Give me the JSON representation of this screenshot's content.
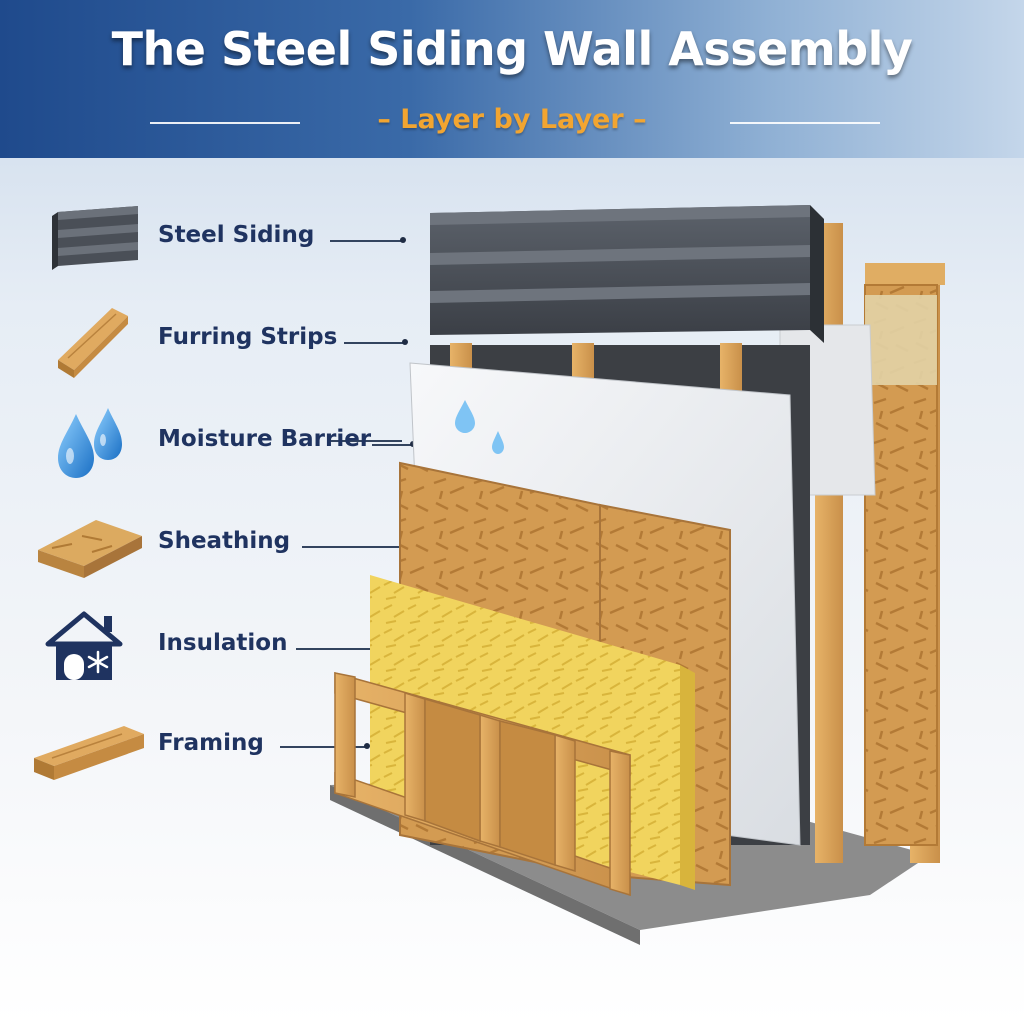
{
  "header": {
    "title": "The Steel Siding Wall Assembly",
    "subtitle": "– Layer by Layer –"
  },
  "layers": [
    {
      "label": "Steel Siding",
      "icon": "steel-siding-icon"
    },
    {
      "label": "Furring Strips",
      "icon": "furring-strip-icon"
    },
    {
      "label": "Moisture Barrier",
      "icon": "water-drops-icon"
    },
    {
      "label": "Sheathing",
      "icon": "osb-board-icon"
    },
    {
      "label": "Insulation",
      "icon": "house-snowflake-icon"
    },
    {
      "label": "Framing",
      "icon": "lumber-board-icon"
    }
  ],
  "colors": {
    "header_blue": "#1f4a8c",
    "accent_orange": "#f2a531",
    "label_navy": "#1f3360",
    "steel": "#4a4f57",
    "wood": "#d9a25a",
    "osb": "#cf9a4f",
    "insulation": "#f0d45a",
    "barrier": "#eceff2",
    "concrete": "#8c8c8c"
  }
}
